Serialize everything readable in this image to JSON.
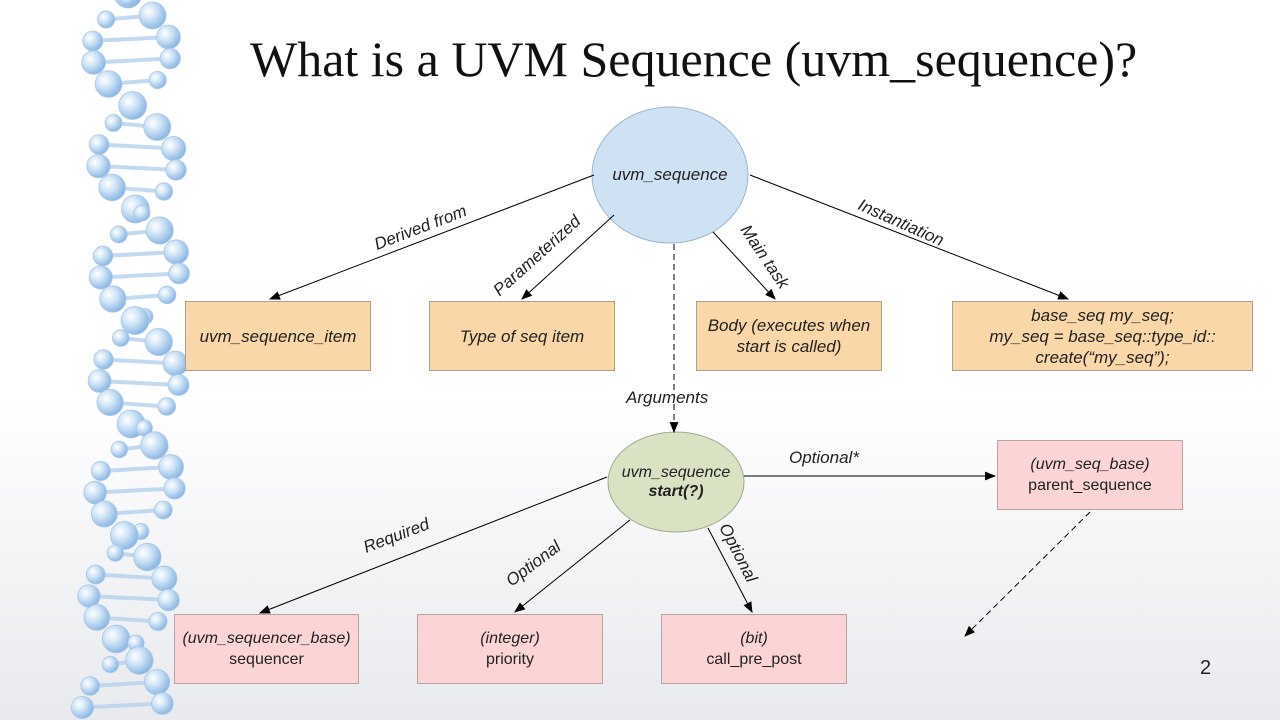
{
  "title": "What is a UVM Sequence (uvm_sequence)?",
  "top_node": "uvm_sequence",
  "start_node": {
    "line1": "uvm_sequence",
    "line2": "start(?)"
  },
  "edges": {
    "derived_from": "Derived from",
    "parameterized": "Parameterized",
    "main_task": "Main task",
    "instantiation": "Instantiation",
    "arguments": "Arguments",
    "required": "Required",
    "optional_priority": "Optional",
    "optional_call": "Optional",
    "optional_parent": "Optional*"
  },
  "boxes": {
    "seq_item": "uvm_sequence_item",
    "type_item": "Type of seq item",
    "body_l1": "Body (executes when",
    "body_l2": "start is called)",
    "inst_l1": "base_seq my_seq;",
    "inst_l2": "my_seq = base_seq::type_id::",
    "inst_l3": "create(“my_seq”);",
    "sequencer_type": "(uvm_sequencer_base)",
    "sequencer_name": "sequencer",
    "priority_type": "(integer)",
    "priority_name": "priority",
    "callpp_type": "(bit)",
    "callpp_name": "call_pre_post",
    "parent_type": "(uvm_seq_base)",
    "parent_name": "parent_sequence"
  },
  "page_number": "2",
  "colors": {
    "orange_box": "#fad7a8",
    "pink_box": "#fbd5d5",
    "top_node_fill": "#cfe2f3",
    "start_node_fill": "#d9e3c4"
  },
  "decoration": "dna-helix"
}
